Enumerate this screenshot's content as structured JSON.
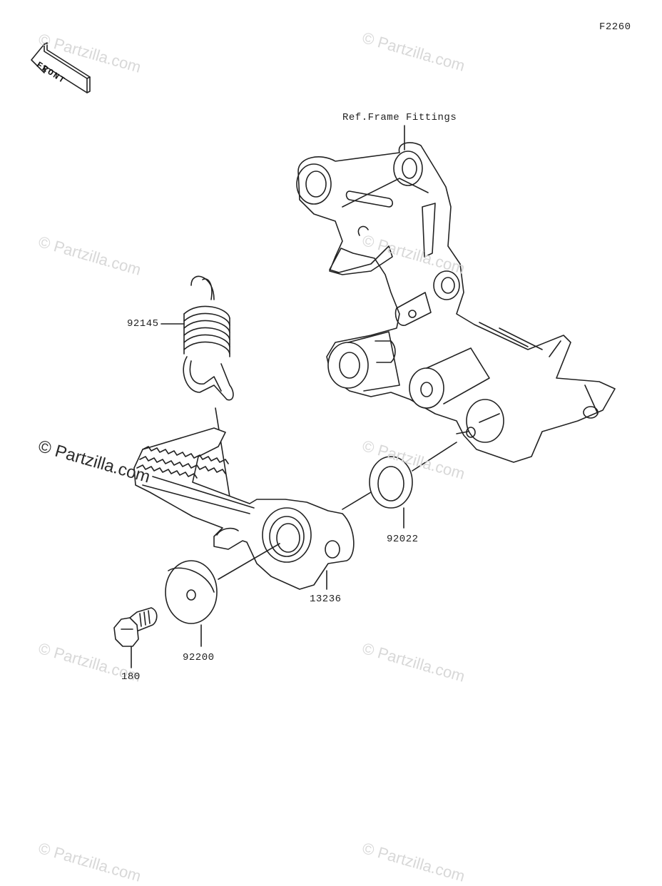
{
  "figure_code": "F2260",
  "front_label": "FRONT",
  "labels": {
    "ref_frame": "Ref.Frame Fittings",
    "spring": "92145",
    "washer_small": "92022",
    "pedal": "13236",
    "washer_large": "92200",
    "bolt": "180"
  },
  "watermark": "© Partzilla.com",
  "colors": {
    "line": "#222222",
    "watermark": "#d8d8d8"
  }
}
